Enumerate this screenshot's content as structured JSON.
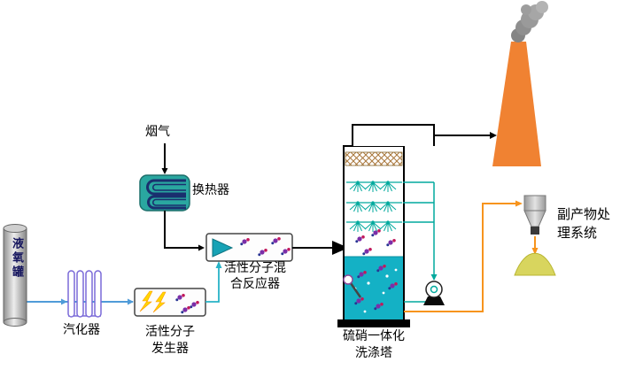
{
  "diagram": {
    "labels": {
      "tank": "液氧罐",
      "flue_gas": "烟气",
      "heat_exchanger": "换热器",
      "vaporizer": "汽化器",
      "generator": [
        "活性分子",
        "发生器"
      ],
      "reactor": [
        "活性分子混",
        "合反应器"
      ],
      "tower": [
        "硫硝一体化",
        "洗涤塔"
      ],
      "byproduct": [
        "副产物处",
        "理系统"
      ]
    },
    "colors": {
      "pipe_blue": "#4f9bd8",
      "process_teal": "#00a99d",
      "liquid_cyan": "#14b1c5",
      "heat_exchanger_teal": "#2aa7a0",
      "chimney_orange": "#f08232",
      "byproduct_orange": "#f7941d",
      "lightning_yellow": "#ffd700",
      "molecule_purple": "#7b2fa8",
      "smoke_gray": "#9a9a9a",
      "pile_yellow": "#d8d55e"
    }
  }
}
